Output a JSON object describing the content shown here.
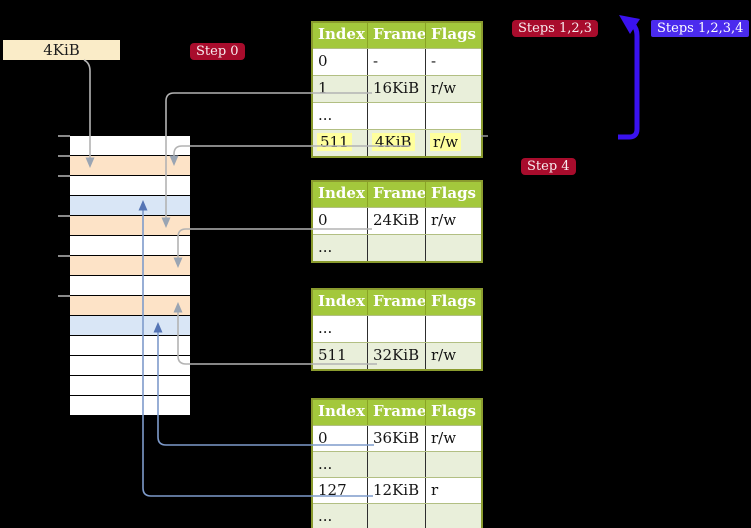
{
  "frame_label": "4KiB",
  "badges": {
    "step0": "Step 0",
    "steps123": "Steps 1,2,3",
    "steps1234": "Steps 1,2,3,4",
    "step4": "Step 4"
  },
  "table_headers": [
    "Index",
    "Frame",
    "Flags"
  ],
  "tables": [
    {
      "rows": [
        [
          "0",
          "-",
          "-"
        ],
        [
          "1",
          "16KiB",
          "r/w"
        ],
        [
          "...",
          "",
          ""
        ],
        [
          "511",
          "4KiB",
          "r/w"
        ]
      ]
    },
    {
      "rows": [
        [
          "0",
          "24KiB",
          "r/w"
        ],
        [
          "...",
          "",
          ""
        ]
      ]
    },
    {
      "rows": [
        [
          "...",
          "",
          ""
        ],
        [
          "511",
          "32KiB",
          "r/w"
        ]
      ]
    },
    {
      "rows": [
        [
          "0",
          "36KiB",
          "r/w"
        ],
        [
          "...",
          "",
          ""
        ],
        [
          "127",
          "12KiB",
          "r"
        ],
        [
          "...",
          "",
          ""
        ]
      ]
    }
  ],
  "memory": {
    "rows": [
      "free",
      "table",
      "free",
      "page",
      "table",
      "free",
      "table",
      "free",
      "table",
      "page",
      "free",
      "free",
      "free",
      "free"
    ],
    "ticks": [
      136,
      156,
      176,
      216,
      256,
      296
    ]
  },
  "colors": {
    "background": "#000000",
    "badge_red": "#a80c2c",
    "badge_blue": "#4b2bee",
    "arrow_blue_violet": "#3a12ef",
    "table_header_green": "#a3c83c",
    "row_light_green": "#e9efda",
    "memory_page_table_row": "#fde3c7",
    "memory_mapped_page_row": "#d9e6f6",
    "highlight_yellow": "#ffff9e",
    "frame_label_bg": "#faecc8",
    "gray_arrow": "#b3b3b3",
    "blue_arrow": "#7e9bcb"
  }
}
